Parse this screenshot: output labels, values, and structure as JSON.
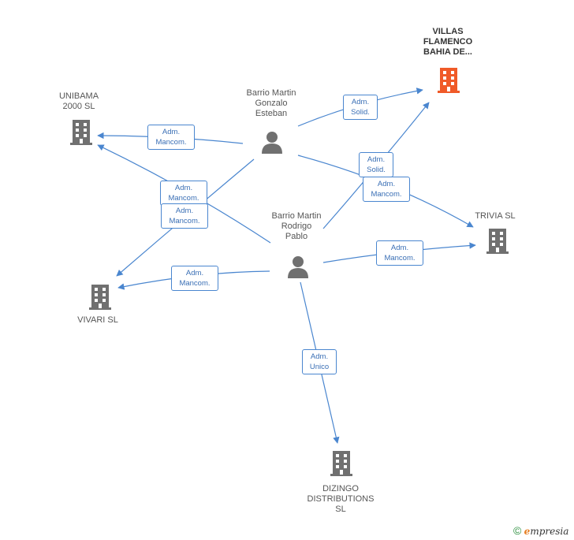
{
  "colors": {
    "edge": "#4a86cf",
    "building": "#707070",
    "building_highlight": "#f05a28",
    "person": "#707070"
  },
  "nodes": {
    "villas": {
      "label": "VILLAS\nFLAMENCO\nBAHIA DE...",
      "icon": "building-icon",
      "highlight": true
    },
    "unibama": {
      "label": "UNIBAMA\n2000 SL",
      "icon": "building-icon"
    },
    "trivia": {
      "label": "TRIVIA  SL",
      "icon": "building-icon"
    },
    "vivari": {
      "label": "VIVARI  SL",
      "icon": "building-icon"
    },
    "dizingo": {
      "label": "DIZINGO\nDISTRIBUTIONS\nSL",
      "icon": "building-icon"
    },
    "gonzalo": {
      "label": "Barrio Martin\nGonzalo\nEsteban",
      "icon": "person-icon"
    },
    "rodrigo": {
      "label": "Barrio Martin\nRodrigo\nPablo",
      "icon": "person-icon"
    }
  },
  "edges": [
    {
      "id": "e1",
      "label": "Adm.\nSolid."
    },
    {
      "id": "e2",
      "label": "Adm.\nMancom."
    },
    {
      "id": "e3",
      "label": "Adm.\nSolid."
    },
    {
      "id": "e4",
      "label": "Adm.\nMancom."
    },
    {
      "id": "e5",
      "label": "Adm.\nMancom."
    },
    {
      "id": "e6",
      "label": "Adm.\nMancom."
    },
    {
      "id": "e7",
      "label": "Adm.\nMancom."
    },
    {
      "id": "e8",
      "label": "Adm.\nMancom."
    },
    {
      "id": "e9",
      "label": "Adm.\nUnico"
    }
  ],
  "footer": {
    "copyright": "©",
    "brand_initial": "e",
    "brand_rest": "mpresia"
  }
}
